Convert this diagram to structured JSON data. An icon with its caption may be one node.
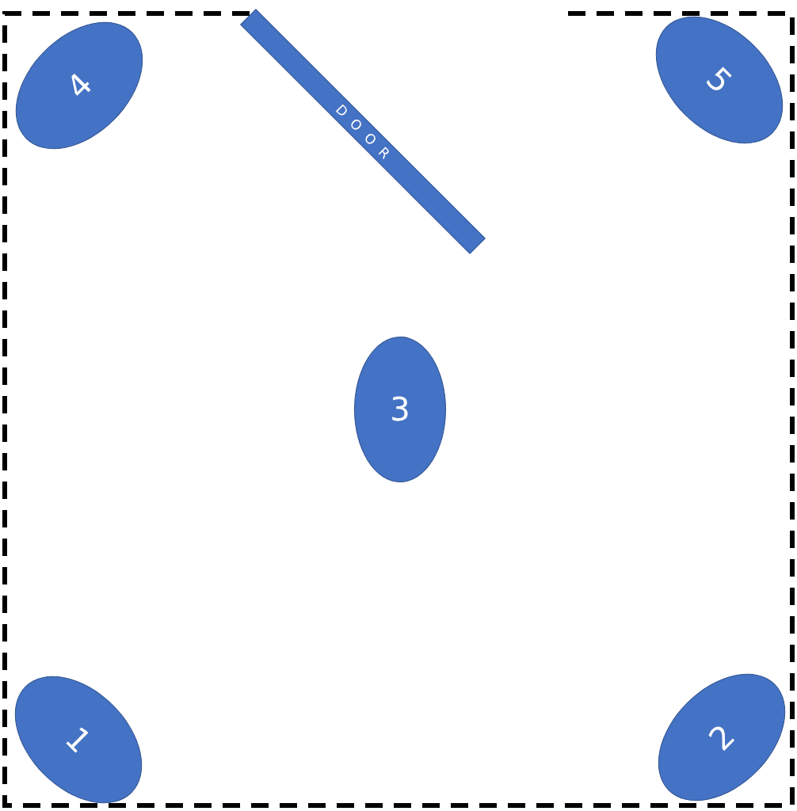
{
  "diagram": {
    "nodes": [
      {
        "text": [],
        "shape": "box"
      },
      {
        "text": [
          "4"
        ],
        "in": 0
      },
      {
        "text": [
          "DOOR"
        ],
        "in": 0
      },
      {
        "text": [
          "5"
        ],
        "in": 0
      },
      {
        "text": [
          "3"
        ],
        "in": 0
      },
      {
        "text": [
          "1"
        ],
        "in": 0
      },
      {
        "text": [
          "2"
        ],
        "in": 0
      }
    ],
    "edges": []
  }
}
